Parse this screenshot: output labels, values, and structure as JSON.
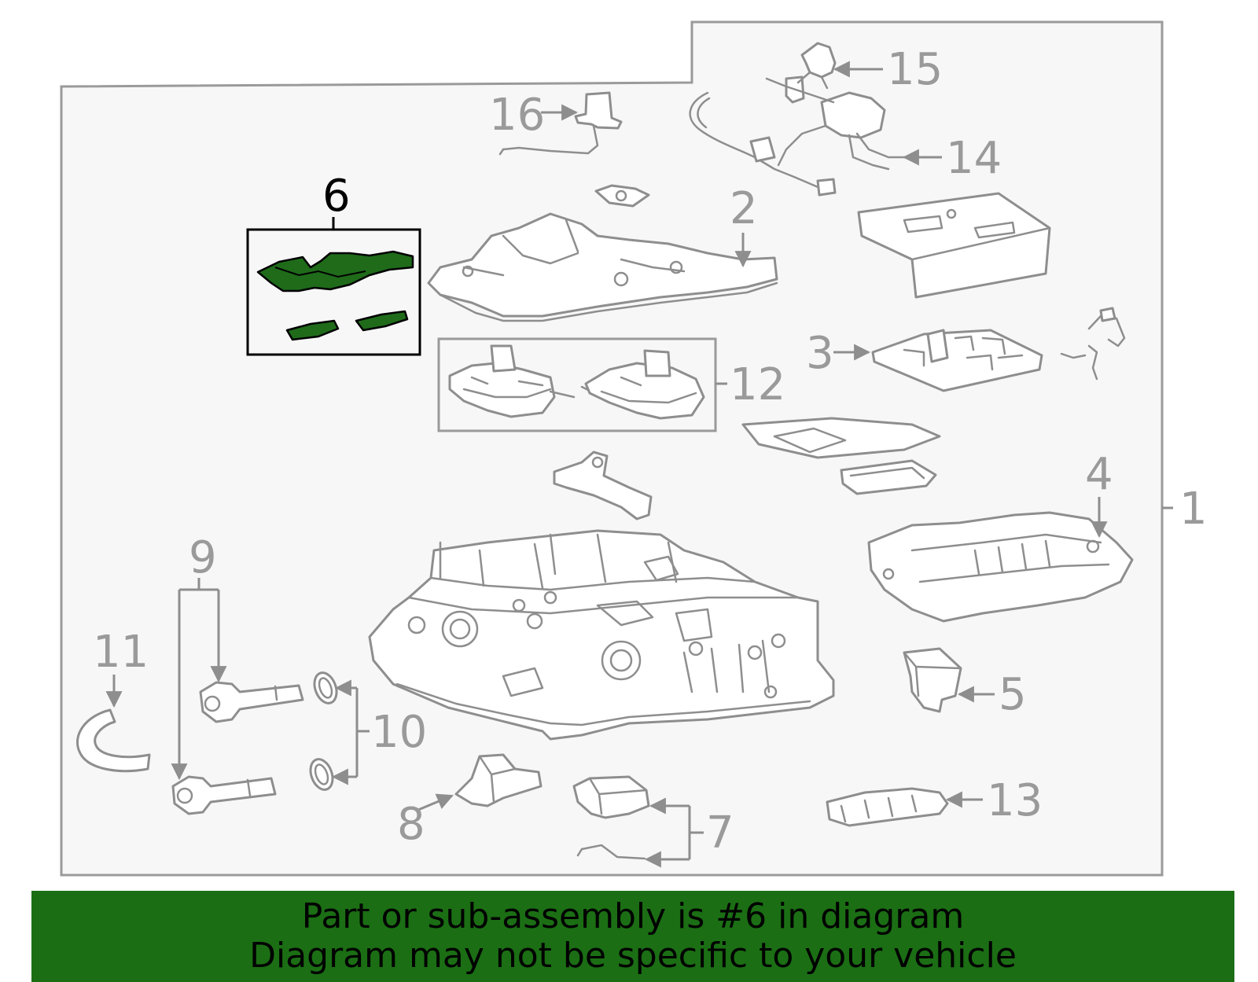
{
  "diagram": {
    "highlighted_part": "6",
    "callouts": [
      {
        "id": "c1",
        "label": "1"
      },
      {
        "id": "c2",
        "label": "2"
      },
      {
        "id": "c3",
        "label": "3"
      },
      {
        "id": "c4",
        "label": "4"
      },
      {
        "id": "c5",
        "label": "5"
      },
      {
        "id": "c6",
        "label": "6"
      },
      {
        "id": "c7",
        "label": "7"
      },
      {
        "id": "c8",
        "label": "8"
      },
      {
        "id": "c9",
        "label": "9"
      },
      {
        "id": "c10",
        "label": "10"
      },
      {
        "id": "c11",
        "label": "11"
      },
      {
        "id": "c12",
        "label": "12"
      },
      {
        "id": "c13",
        "label": "13"
      },
      {
        "id": "c14",
        "label": "14"
      },
      {
        "id": "c15",
        "label": "15"
      },
      {
        "id": "c16",
        "label": "16"
      }
    ]
  },
  "banner": {
    "line1": "Part or sub-assembly is #6 in diagram",
    "line2": "Diagram may not be specific to your vehicle"
  },
  "colors": {
    "highlight": "#1f6b1a",
    "banner": "#1b6e14",
    "linework": "#8e8e8e"
  }
}
